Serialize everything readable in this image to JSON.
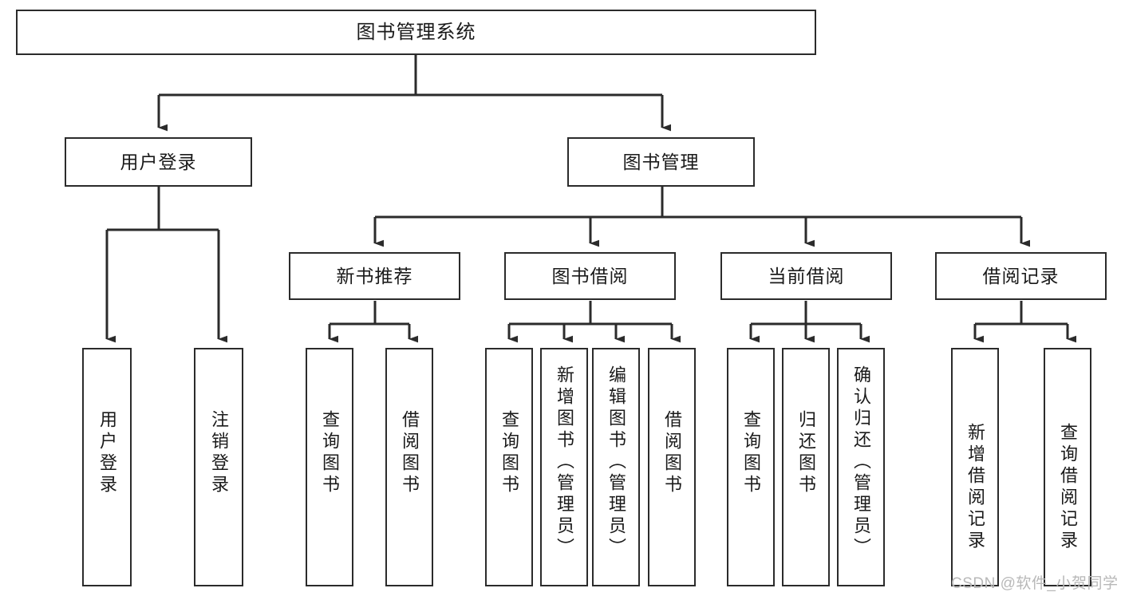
{
  "diagram": {
    "title": "图书管理系统",
    "type": "hierarchy-tree",
    "root": {
      "label": "图书管理系统"
    },
    "level2": [
      {
        "label": "用户登录"
      },
      {
        "label": "图书管理"
      }
    ],
    "level3": [
      {
        "label": "新书推荐"
      },
      {
        "label": "图书借阅"
      },
      {
        "label": "当前借阅"
      },
      {
        "label": "借阅记录"
      }
    ],
    "leaves": {
      "user_login": [
        {
          "label": "用户登录"
        },
        {
          "label": "注销登录"
        }
      ],
      "new_book_recommend": [
        {
          "label": "查询图书"
        },
        {
          "label": "借阅图书"
        }
      ],
      "book_borrow": [
        {
          "label": "查询图书"
        },
        {
          "label": "新增图书（管理员）"
        },
        {
          "label": "编辑图书（管理员）"
        },
        {
          "label": "借阅图书"
        }
      ],
      "current_borrow": [
        {
          "label": "查询图书"
        },
        {
          "label": "归还图书"
        },
        {
          "label": "确认归还（管理员）"
        }
      ],
      "borrow_record": [
        {
          "label": "新增借阅记录"
        },
        {
          "label": "查询借阅记录"
        }
      ]
    }
  },
  "watermark": {
    "text": "CSDN @软件_小贺同学"
  },
  "colors": {
    "border": "#2b2b2b",
    "text": "#1a1a1a",
    "background": "#ffffff",
    "watermark": "#b8b8b8"
  }
}
